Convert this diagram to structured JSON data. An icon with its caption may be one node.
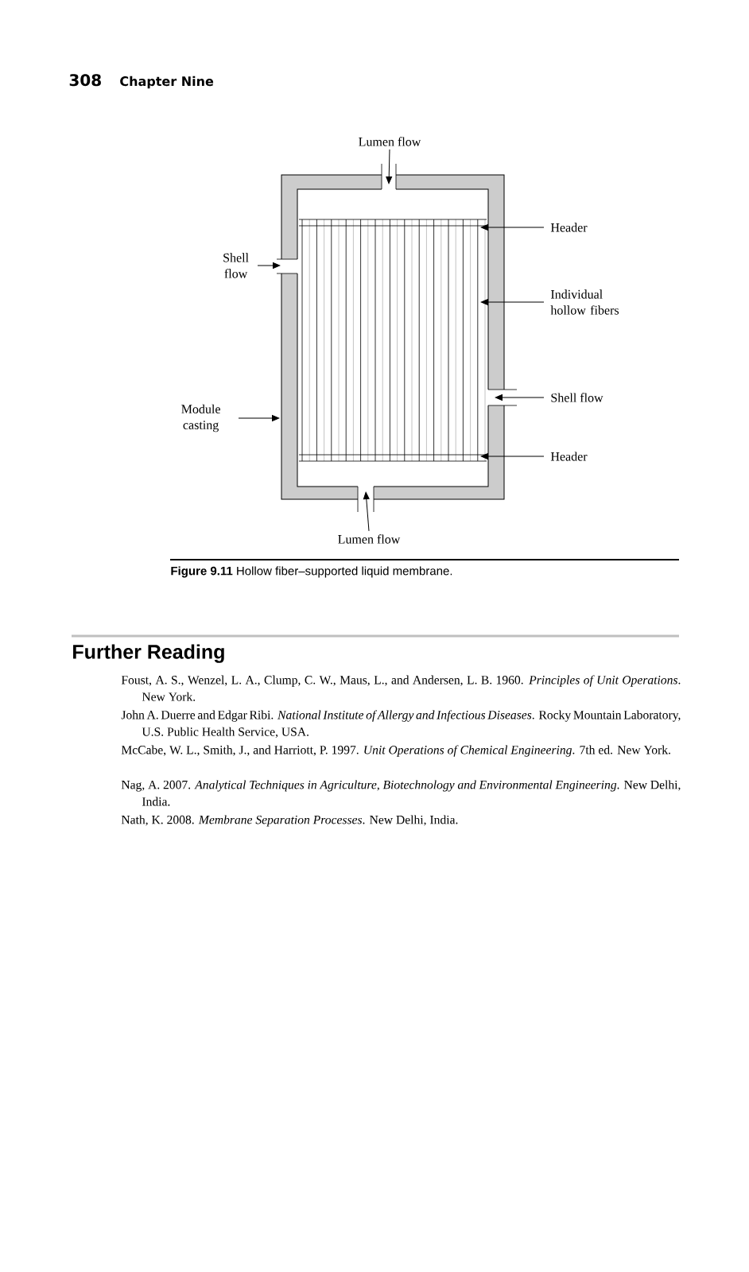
{
  "diagram": {
    "caption": "**Figure 9.11** Hollow fiber–supported liquid membrane.",
    "nodes": [
      {
        "text": [
          "Lumen flow"
        ]
      },
      {
        "text": [
          "Header"
        ]
      },
      {
        "text": [
          "Shell flow"
        ]
      },
      {
        "text": [
          "Individual hollow fibers"
        ]
      },
      {
        "text": [
          "Shell flow"
        ]
      },
      {
        "text": [
          "Module casting"
        ]
      },
      {
        "text": [
          "Header"
        ]
      },
      {
        "text": [
          "Lumen flow"
        ]
      },
      {
        "text": [],
        "shape": "picture"
      }
    ],
    "edges": [
      {
        "from": 0,
        "to": 8,
        "arrow": "to"
      },
      {
        "from": 1,
        "to": 8,
        "arrow": "to"
      },
      {
        "from": 2,
        "to": 8,
        "arrow": "to"
      },
      {
        "from": 3,
        "to": 8,
        "arrow": "to"
      },
      {
        "from": 4,
        "to": 8,
        "arrow": "to"
      },
      {
        "from": 5,
        "to": 8,
        "arrow": "to"
      },
      {
        "from": 6,
        "to": 8,
        "arrow": "to"
      },
      {
        "from": 7,
        "to": 8,
        "arrow": "to"
      }
    ],
    "labels": [
      "308",
      "Chapter Nine",
      "Further Reading",
      "Foust, A. S., Wenzel, L. A., Clump, C. W., Maus, L., and Andersen, L. B. 1960. *Principles of Unit Operations*. New York.",
      "John A. Duerre and Edgar Ribi. *National Institute of Allergy and Infectious Diseases*. Rocky Mountain Laboratory, U.S. Public Health Service, USA.",
      "McCabe, W. L., Smith, J., and Harriott, P. 1997. *Unit Operations of Chemical Engineering*. 7th ed. New York.",
      "Nag, A. 2007. *Analytical Techniques in Agriculture, Biotechnology and Environmental Engineering*. New Delhi, India.",
      "Nath, K. 2008. *Membrane Separation Processes*. New Delhi, India."
    ]
  }
}
